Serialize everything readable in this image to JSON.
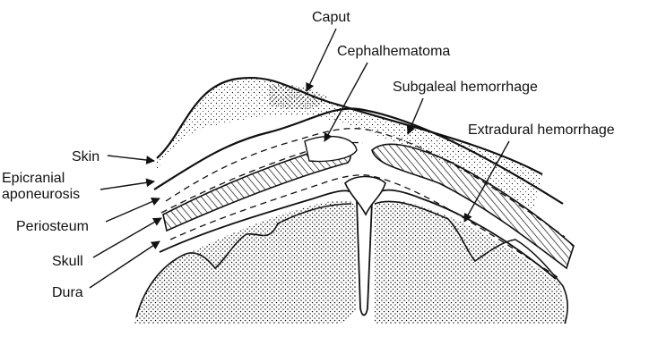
{
  "diagram": {
    "colors": {
      "ink": "#111111",
      "background": "#ffffff",
      "stipple": "#111111"
    },
    "labels": {
      "caput": "Caput",
      "cephalhematoma": "Cephalhematoma",
      "subgaleal": "Subgaleal hemorrhage",
      "extradural": "Extradural hemorrhage",
      "skin": "Skin",
      "epicranial_1": "Epicranial",
      "epicranial_2": "aponeurosis",
      "periosteum": "Periosteum",
      "skull": "Skull",
      "dura": "Dura"
    }
  }
}
